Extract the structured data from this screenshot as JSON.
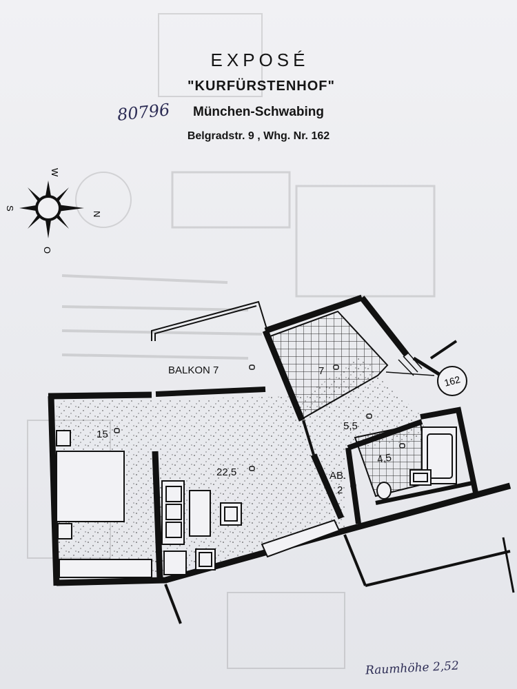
{
  "header": {
    "title": "EXPOSÉ",
    "name": "\"KURFÜRSTENHOF\"",
    "city": "München-Schwabing",
    "address": "Belgradstr. 9 , Whg. Nr. 162"
  },
  "handwritten": {
    "zip": "80796",
    "room_height": "Raumhöhe 2,52"
  },
  "compass": {
    "west": "W",
    "east": "O",
    "north": "N",
    "south": "S"
  },
  "plan": {
    "unit_number": "162",
    "rooms": {
      "balcony": "BALKON 7",
      "bedroom": "15",
      "living": "22,5",
      "kitchen": "7",
      "hall": "5,5",
      "bath": "4,5",
      "storage_abbr": "AB.",
      "storage_area": "2"
    }
  }
}
